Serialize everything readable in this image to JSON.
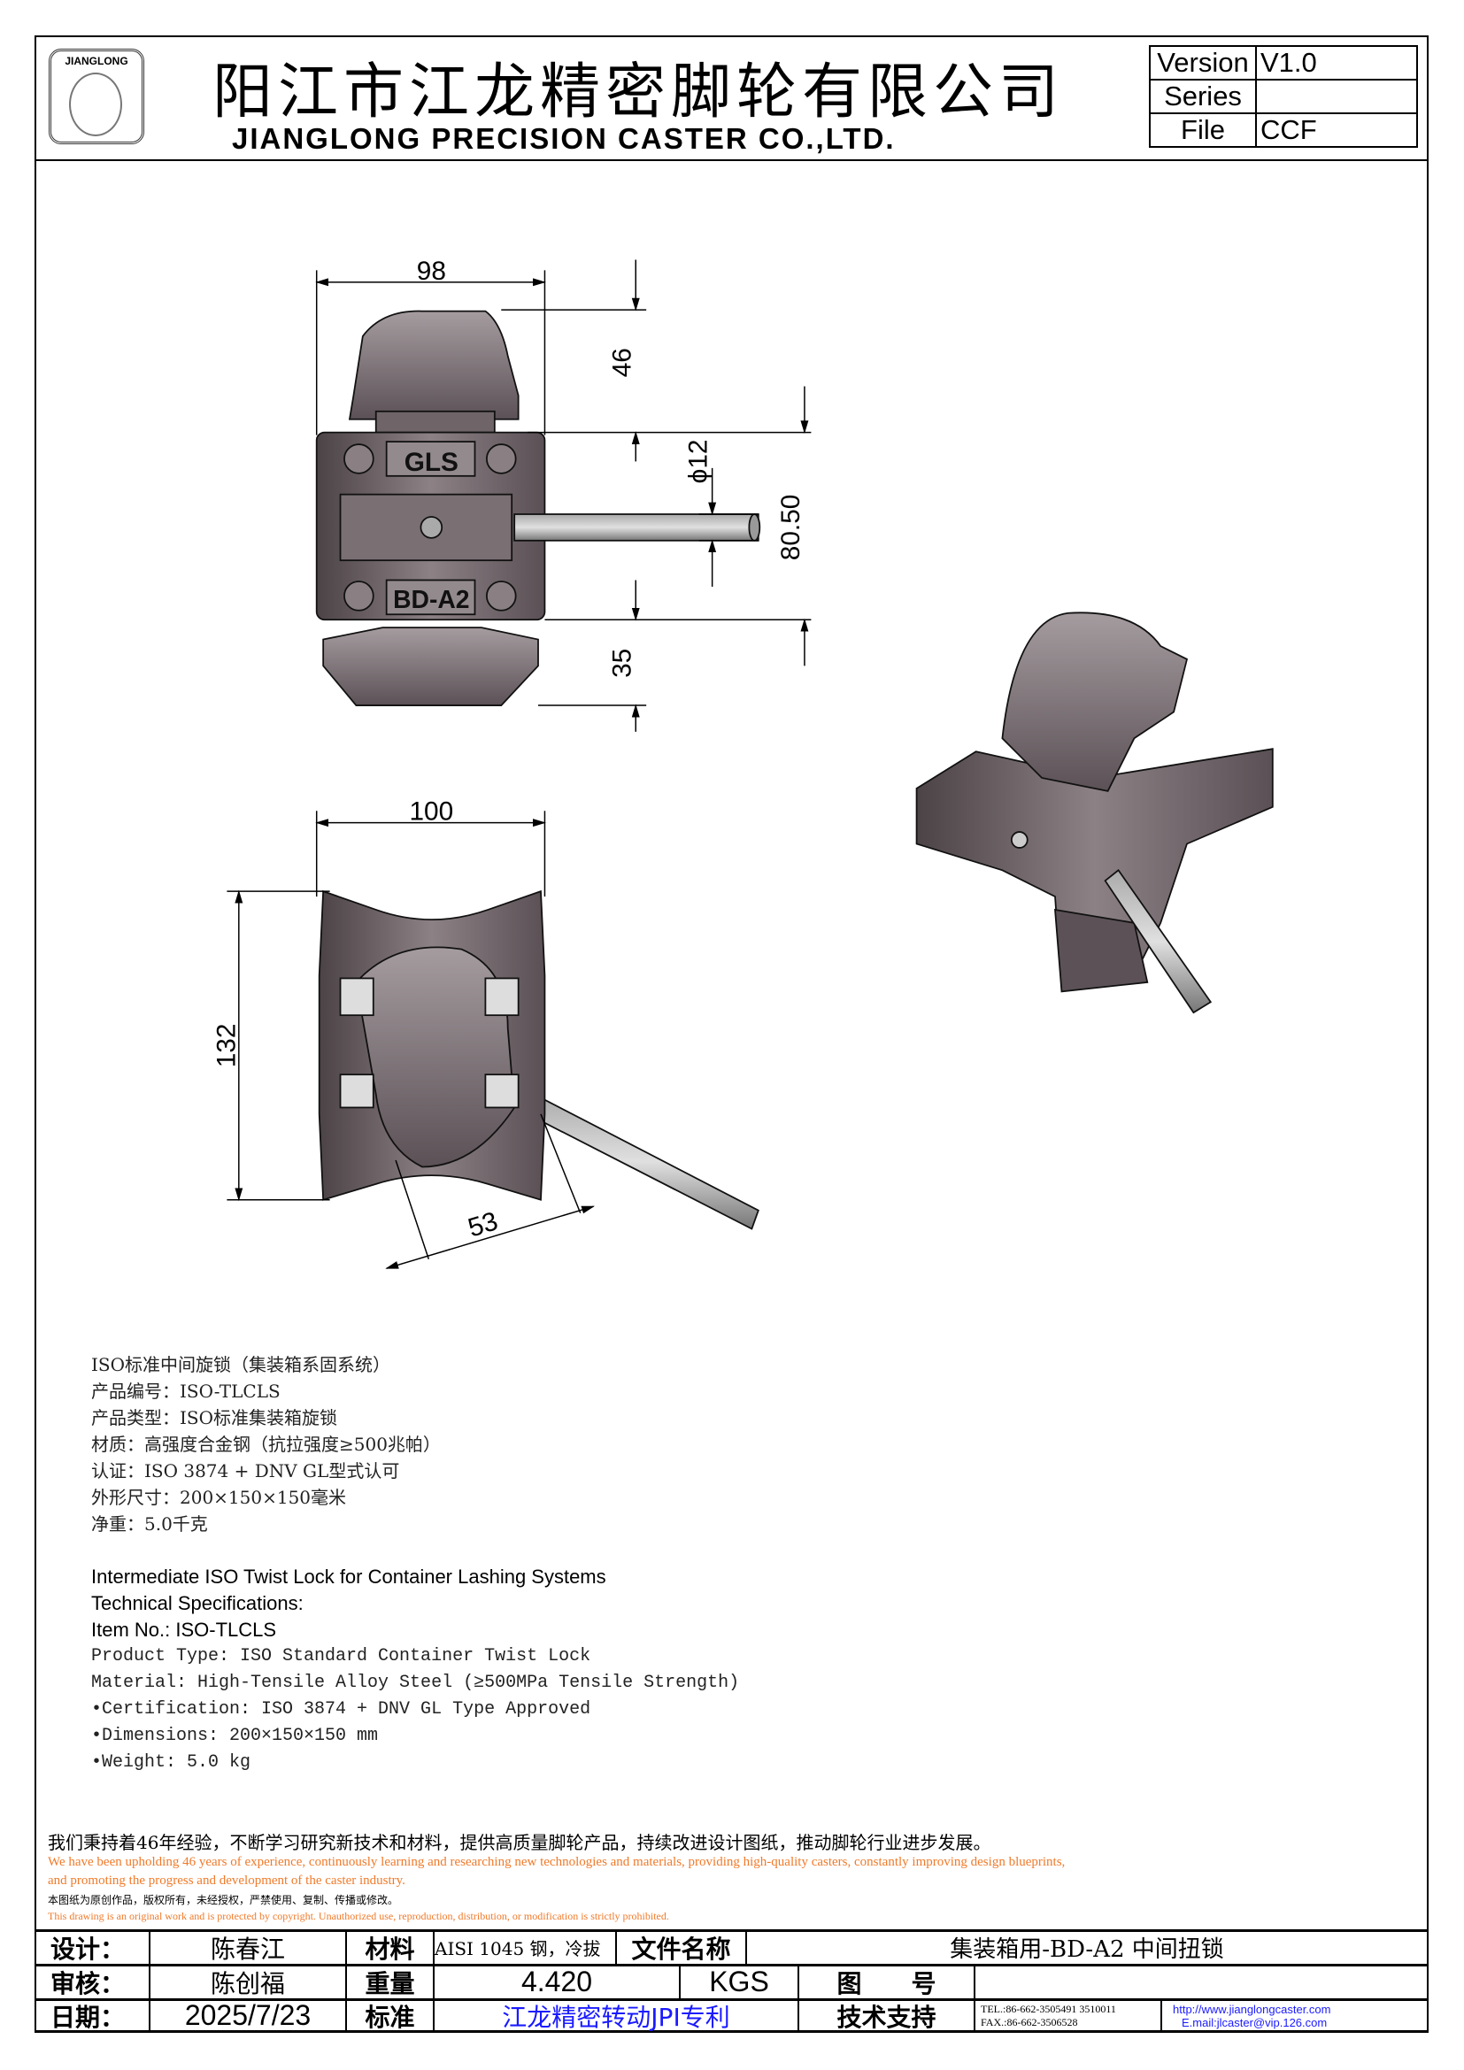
{
  "header": {
    "logo_text": "JIANGLONG",
    "company_cn": "阳江市江龙精密脚轮有限公司",
    "company_en": "JIANGLONG PRECISION CASTER CO.,LTD.",
    "version_label": "Version",
    "version_value": "V1.0",
    "series_label": "Series",
    "series_value": "",
    "file_label": "File",
    "file_value": "CCF"
  },
  "drawing": {
    "front_view": {
      "width": "98",
      "top_height": "46",
      "shaft_dia": "ϕ12",
      "total_height": "80.50",
      "bottom_height": "35",
      "label_top": "GLS",
      "label_bottom": "BD-A2"
    },
    "top_view": {
      "width": "100",
      "height": "132",
      "shaft_offset": "53"
    }
  },
  "specs_cn": [
    "ISO标准中间旋锁（集装箱系固系统）",
    "产品编号：ISO-TLCLS",
    "产品类型：ISO标准集装箱旋锁",
    "材质：高强度合金钢（抗拉强度≥500兆帕）",
    "认证：ISO 3874 + DNV GL型式认可",
    "外形尺寸：200×150×150毫米",
    "净重：5.0千克"
  ],
  "specs_en": {
    "title": "Intermediate ISO Twist Lock for Container Lashing Systems",
    "subtitle": "Technical Specifications:",
    "item_no": "Item No.: ISO-TLCLS",
    "product_type": "Product Type: ISO Standard Container Twist Lock",
    "material": "Material: High-Tensile Alloy Steel (≥500MPa Tensile Strength)",
    "bullets": [
      "•Certification: ISO 3874 + DNV GL Type Approved",
      "•Dimensions: 200×150×150 mm",
      "•Weight: 5.0 kg"
    ]
  },
  "footer_notes": {
    "mission_cn": "我们秉持着46年经验，不断学习研究新技术和材料，提供高质量脚轮产品，持续改进设计图纸，推动脚轮行业进步发展。",
    "mission_en_1": "We have been upholding 46 years of experience, continuously learning and researching new technologies and materials, providing high-quality casters, constantly improving design blueprints,",
    "mission_en_2": "and promoting the progress and development of the caster industry.",
    "copyright_cn": "本图纸为原创作品，版权所有，未经授权，严禁使用、复制、传播或修改。",
    "copyright_en": "This drawing is an original work and is protected by copyright. Unauthorized use, reproduction, distribution, or modification is strictly prohibited."
  },
  "title_block": {
    "design_label": "设计：",
    "designer": "陈春江",
    "material_label": "材料",
    "material": "AISI 1045 钢，冷拔",
    "filename_label": "文件名称",
    "filename": "集装箱用-BD-A2 中间扭锁",
    "review_label": "审核：",
    "reviewer": "陈创福",
    "weight_label": "重量",
    "weight": "4.420",
    "weight_unit": "KGS",
    "drawing_no_label": "图　　号",
    "drawing_no": "",
    "date_label": "日期：",
    "date": "2025/7/23",
    "standard_label": "标准",
    "standard": "江龙精密转动JPI专利",
    "support_label": "技术支持",
    "tel": "TEL.:86-662-3505491 3510011",
    "fax": "FAX.:86-662-3506528",
    "website": "http://www.jianglongcaster.com",
    "email": "E.mail:jlcaster@vip.126.com"
  }
}
